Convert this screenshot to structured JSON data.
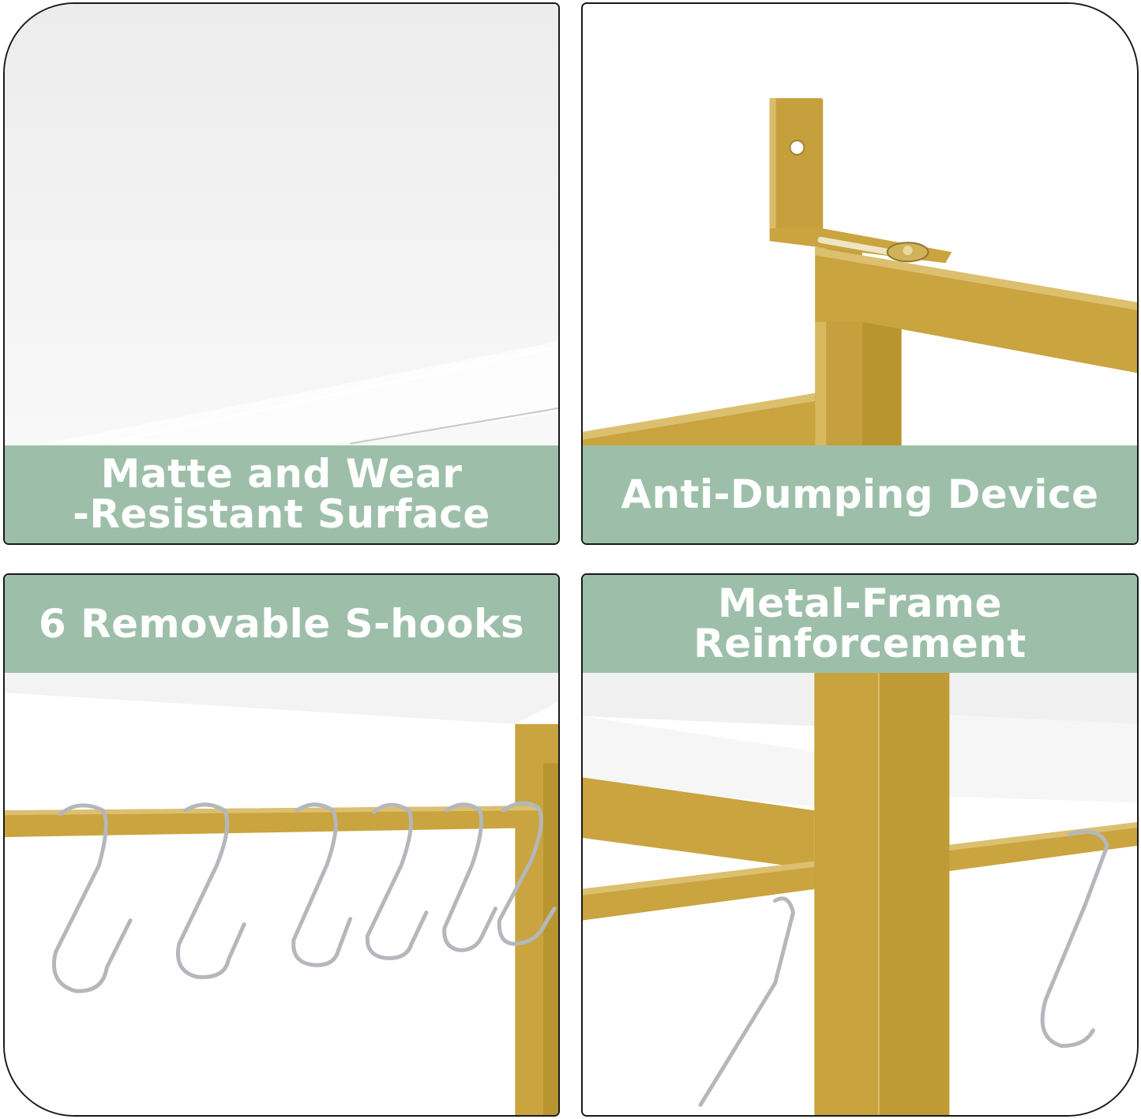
{
  "colors": {
    "banner_bg": "#9dbfaa",
    "banner_text": "#ffffff",
    "gold_frame": "#c9a43f",
    "gold_shadow": "#b08a2c",
    "steel_hook": "#b9bcc0",
    "panel_border": "#1a1a1a",
    "surface_white": "#f4f4f4"
  },
  "panels": [
    {
      "id": "matte-surface",
      "caption_lines": [
        "Matte and Wear",
        "-Resistant Surface"
      ],
      "depicts": "white shelf surface close-up"
    },
    {
      "id": "anti-dumping",
      "caption_lines": [
        "Anti-Dumping Device"
      ],
      "depicts": "gold L-bracket wall anchor bolted to gold frame"
    },
    {
      "id": "s-hooks",
      "caption_lines": [
        "6 Removable S-hooks"
      ],
      "depicts": "six steel S-hooks on gold rod",
      "hook_count": 6
    },
    {
      "id": "metal-frame",
      "caption_lines": [
        "Metal-Frame",
        "Reinforcement"
      ],
      "depicts": "gold square-tube frame joint with shelf and rod"
    }
  ]
}
